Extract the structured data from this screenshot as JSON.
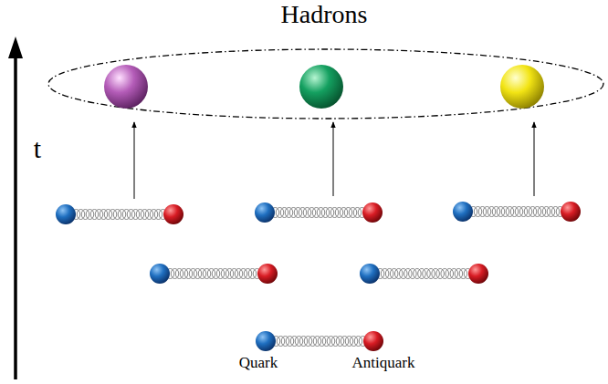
{
  "diagram": {
    "title": "Hadrons",
    "labels": [
      "t",
      "Quark",
      "Antiquark"
    ]
  }
}
